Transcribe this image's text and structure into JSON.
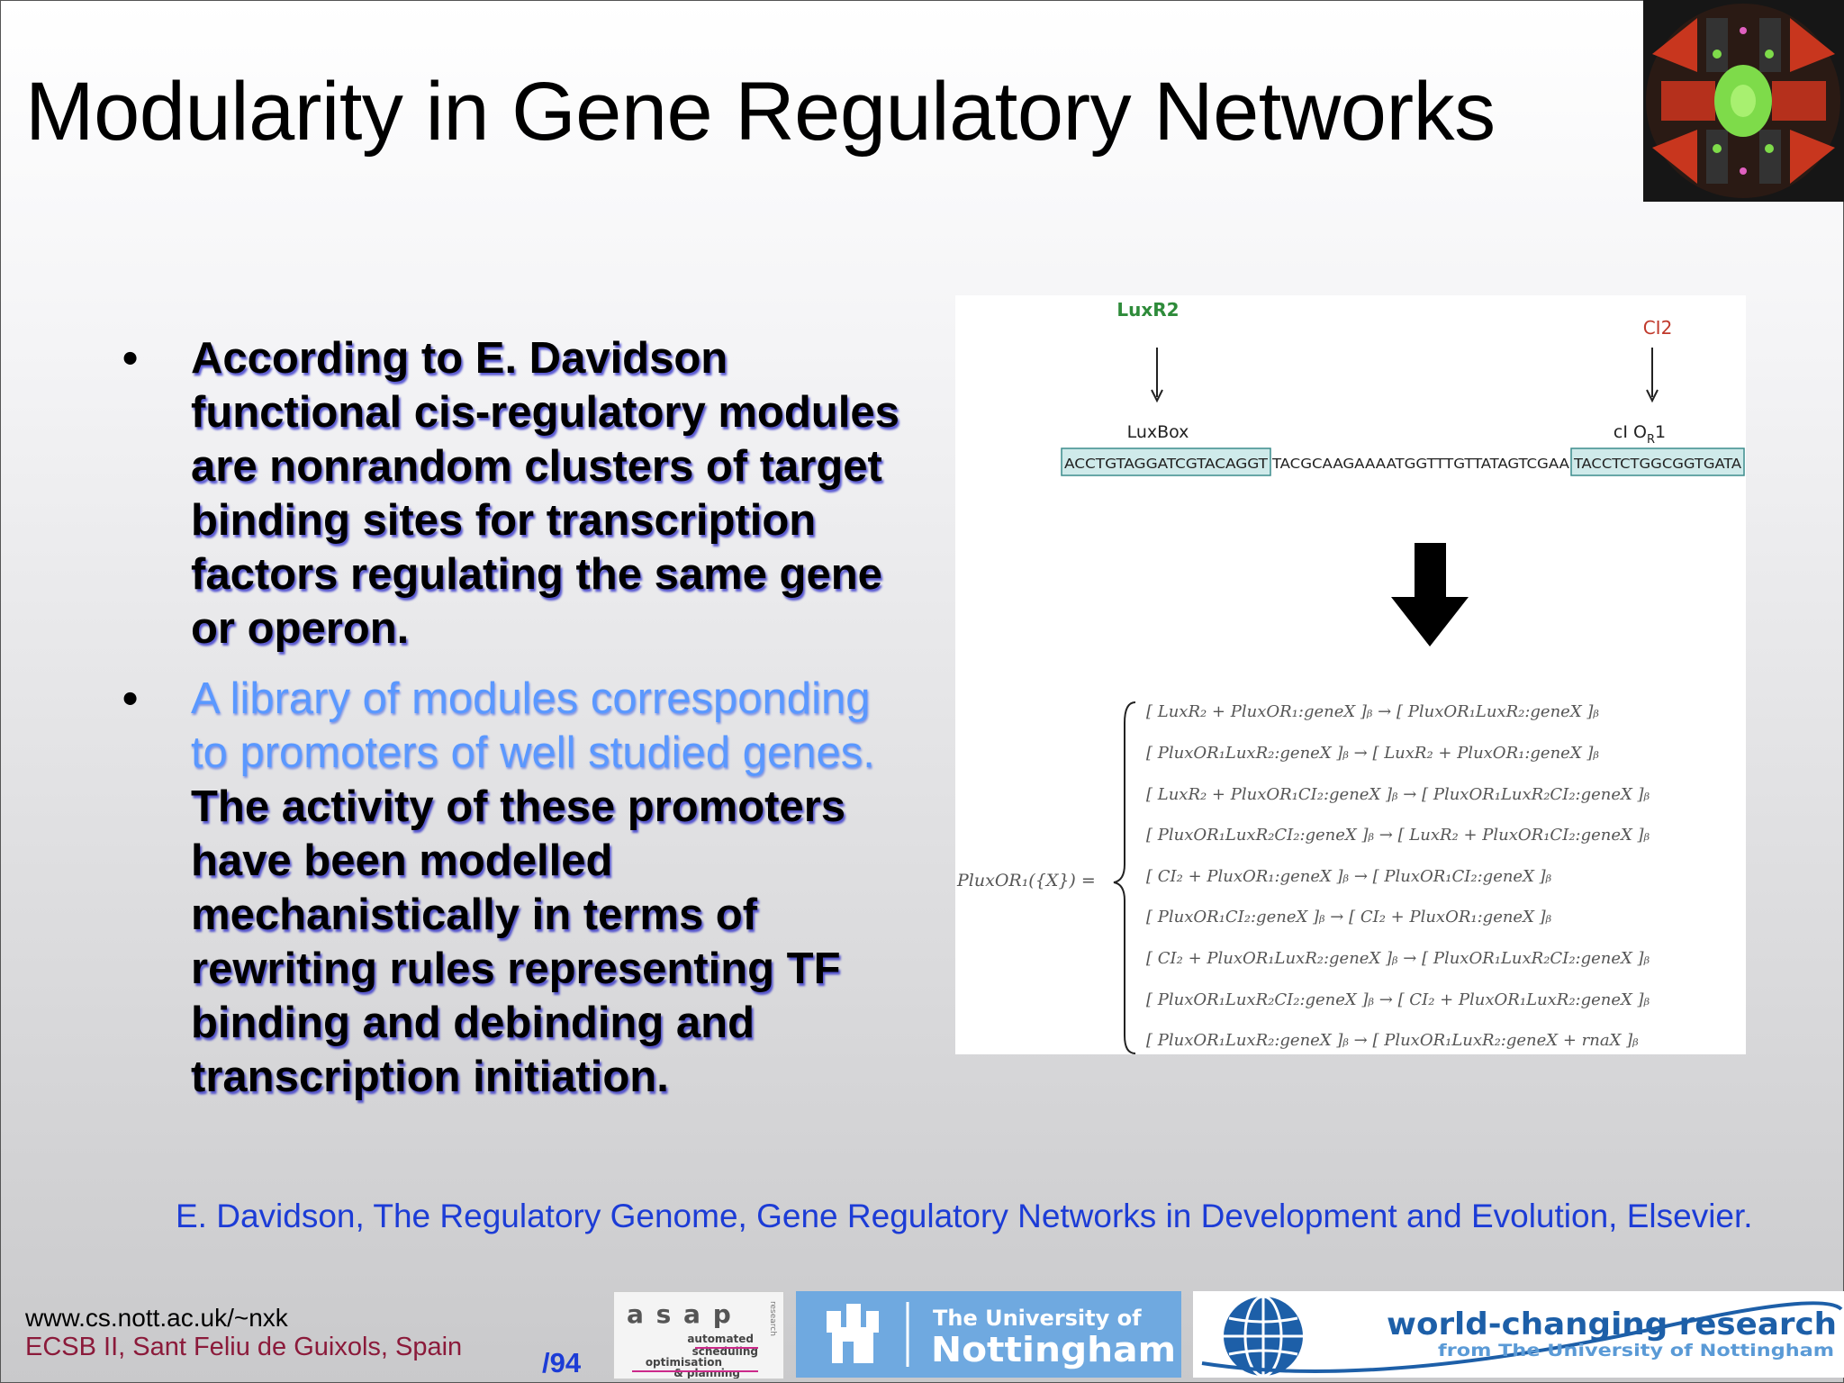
{
  "slide": {
    "title": "Modularity in Gene Regulatory Networks",
    "bullet_char": "•",
    "bullet1": "According to E. Davidson functional cis-regulatory modules are nonrandom clusters of target binding sites for transcription factors regulating the same gene or operon.",
    "bullet2_highlight": "A library of modules corresponding to promoters of well studied genes.",
    "bullet2_rest": " The activity of these promoters have been modelled mechanistically in terms of rewriting rules representing TF binding and debinding and transcription initiation.",
    "reference": "E. Davidson, The Regulatory Genome, Gene Regulatory Networks in Development and Evolution, Elsevier.",
    "footer_url": "www.cs.nott.ac.uk/~nxk",
    "footer_conf": "ECSB II, Sant Feliu de Guixols, Spain",
    "page_count": "/94"
  },
  "figure": {
    "tf1": "LuxR2",
    "tf2": "CI2",
    "site1": "LuxBox",
    "site2_main": "cI O",
    "site2_sub": "R",
    "site2_end": "1",
    "seq_box1": "ACCTGTAGGATCGTACAGGT",
    "seq_mid": "TACGCAAGAAAATGGTTTGTTATAGTCGAA",
    "seq_box2": "TACCTCTGGCGGTGATA",
    "lhs": "PluxOR₁({X}) =",
    "rules": [
      "[ LuxR₂ + PluxOR₁:geneX ]ᵦ → [ PluxOR₁LuxR₂:geneX ]ᵦ",
      "[ PluxOR₁LuxR₂:geneX ]ᵦ → [ LuxR₂ + PluxOR₁:geneX ]ᵦ",
      "[ LuxR₂ + PluxOR₁CI₂:geneX ]ᵦ → [ PluxOR₁LuxR₂CI₂:geneX ]ᵦ",
      "[ PluxOR₁LuxR₂CI₂:geneX ]ᵦ → [ LuxR₂ + PluxOR₁CI₂:geneX ]ᵦ",
      "[ CI₂ + PluxOR₁:geneX ]ᵦ → [ PluxOR₁CI₂:geneX ]ᵦ",
      "[ PluxOR₁CI₂:geneX ]ᵦ → [ CI₂ + PluxOR₁:geneX ]ᵦ",
      "[ CI₂ + PluxOR₁LuxR₂:geneX ]ᵦ → [ PluxOR₁LuxR₂CI₂:geneX ]ᵦ",
      "[ PluxOR₁LuxR₂CI₂:geneX ]ᵦ → [ CI₂ + PluxOR₁LuxR₂:geneX ]ᵦ",
      "[ PluxOR₁LuxR₂:geneX ]ᵦ → [ PluxOR₁LuxR₂:geneX + rnaX ]ᵦ"
    ]
  },
  "logos": {
    "asap_main": "a s a p",
    "asap_side": "research",
    "asap_lines": [
      "automated",
      "scheduling",
      "optimisation",
      "& planning"
    ],
    "nott_line1": "The University of",
    "nott_line2": "Nottingham",
    "wcr_line1": "world-changing research",
    "wcr_line2": "from The University of Nottingham"
  },
  "colors": {
    "title": "#000000",
    "highlight": "#5a98ff",
    "reference": "#1c3cd6",
    "footer_conf": "#8b1a3a",
    "luxr2_label": "#2e8b3a",
    "ci2_label": "#c0392b",
    "seq_box_fill": "#cfeaea",
    "seq_box_stroke": "#3c8c8c"
  }
}
